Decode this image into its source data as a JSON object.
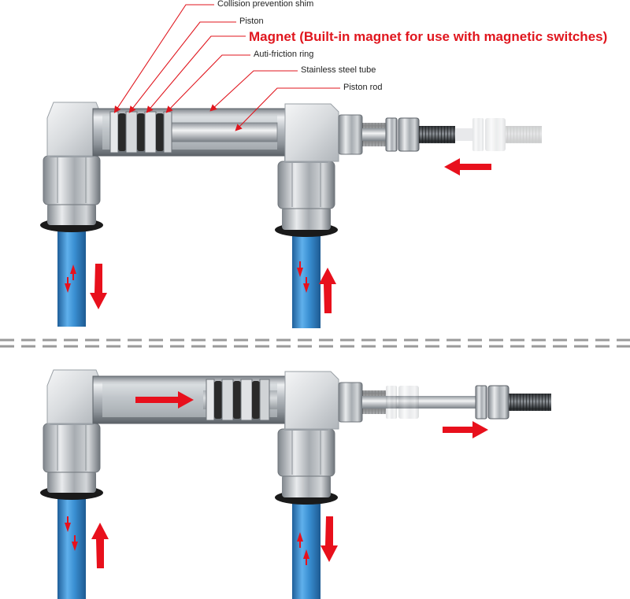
{
  "labels": {
    "collision_shim": "Collision prevention shim",
    "piston": "Piston",
    "magnet": "Magnet (Built-in magnet for use with magnetic switches)",
    "anti_friction_ring": "Auti-friction ring",
    "stainless_tube": "Stainless steel tube",
    "piston_rod": "Piston rod"
  },
  "colors": {
    "leader": "#e0161e",
    "arrow": "#e8101c",
    "tube": "#3d8fd1",
    "metal": "#bfc3c8",
    "divider": "#9a9a9a"
  }
}
